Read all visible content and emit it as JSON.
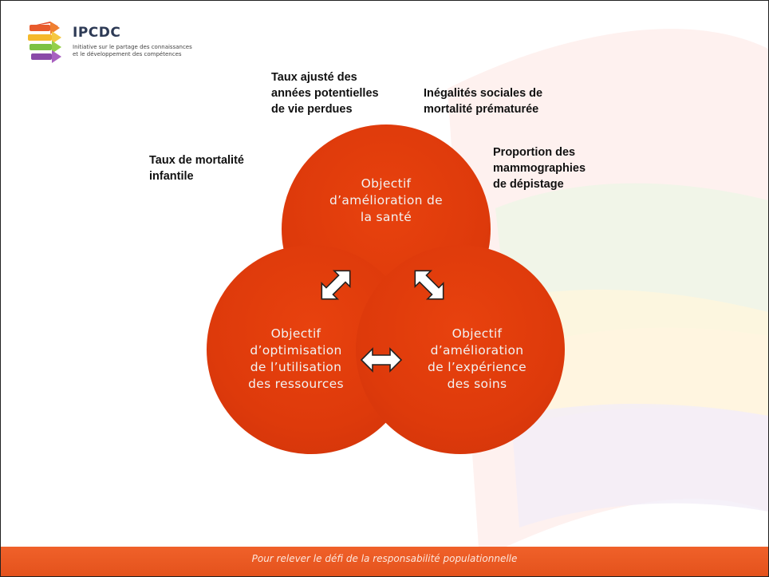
{
  "logo": {
    "title": "IPCDC",
    "subtitle_line1": "Initiative sur le partage des connaissances",
    "subtitle_line2": "et le développement des compétences"
  },
  "indicators": {
    "apvp": [
      "Taux ajusté des",
      "années potentielles",
      "de vie perdues"
    ],
    "inegalites": [
      "Inégalités sociales de",
      "mortalité  prématurée"
    ],
    "mortalite_infantile": [
      "Taux de mortalité",
      "infantile"
    ],
    "mammographies": [
      "Proportion des",
      "mammographies",
      "de dépistage"
    ]
  },
  "circles": {
    "sante": [
      "Objectif",
      "d’amélioration de",
      "la santé"
    ],
    "ressources": [
      "Objectif",
      "d’optimisation",
      "de l’utilisation",
      "des ressources"
    ],
    "experience": [
      "Objectif",
      "d’amélioration",
      "de l’expérience",
      "des soins"
    ]
  },
  "footer": {
    "tagline": "Pour relever le défi de la responsabilité populationnelle"
  },
  "colors": {
    "circle": "#de3a0b",
    "footer": "#ec5a24",
    "arrow_fill": "#ffffff"
  }
}
